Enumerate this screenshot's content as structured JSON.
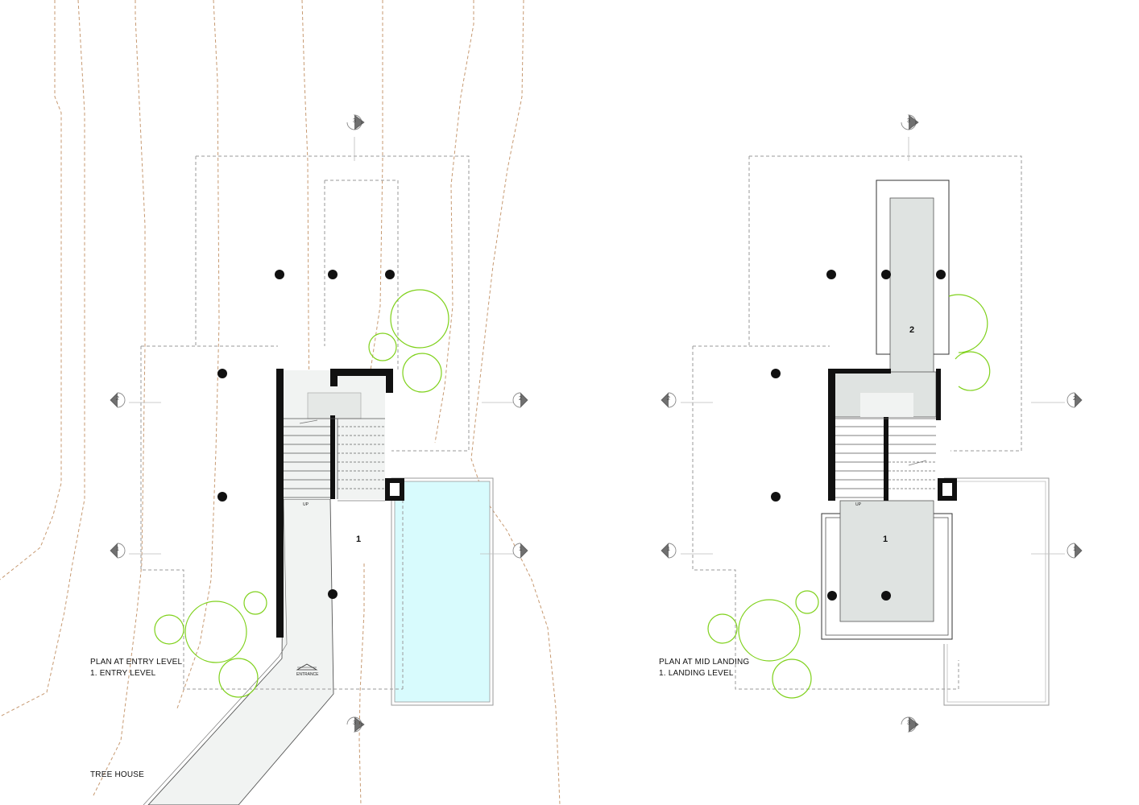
{
  "plans": [
    {
      "title": "PLAN AT ENTRY LEVEL",
      "subtitle": "1. ENTRY LEVEL",
      "room_number": "1",
      "stair_label": "UP",
      "entrance_label": "ENTRANCE"
    },
    {
      "title": "PLAN AT MID LANDING",
      "subtitle": "1. LANDING LEVEL",
      "room_number_lower": "1",
      "room_number_upper": "2",
      "stair_label": "UP"
    }
  ],
  "project_name": "TREE HOUSE",
  "section_markers": {
    "top": "3",
    "bottom": "3",
    "middle": "2",
    "lower": "1"
  },
  "colors": {
    "pool": "#d8fbfd",
    "vegetation": "#7fd11b",
    "contour": "#c79a72",
    "walls": "#111111",
    "deck": "#dfe3e1"
  },
  "icons": [
    "section-marker-icon",
    "tree-icon",
    "column-icon",
    "entrance-arrow-icon"
  ]
}
